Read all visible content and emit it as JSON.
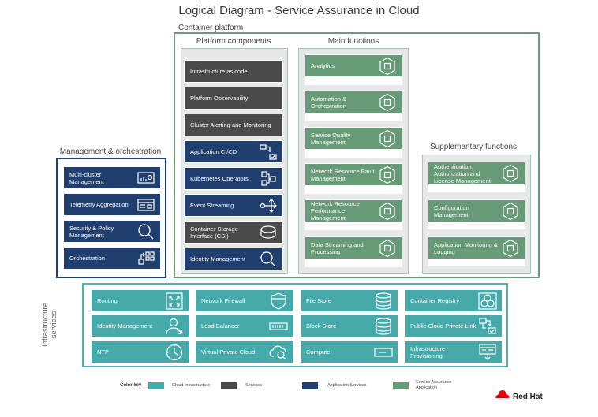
{
  "title": "Logical Diagram - Service Assurance in Cloud",
  "container_platform": {
    "label": "Container platform",
    "platform_components": {
      "title": "Platform components",
      "items": [
        {
          "label": "Infrastructure as code",
          "icon": ""
        },
        {
          "label": "Platform Observability",
          "icon": ""
        },
        {
          "label": "Cluster Alerting and Monitoring",
          "icon": ""
        },
        {
          "label": "Application CI/CD",
          "icon": "ci-cd-icon"
        },
        {
          "label": "Kubernetes Operators",
          "icon": "operators-icon"
        },
        {
          "label": "Event Streaming",
          "icon": "event-stream-icon"
        },
        {
          "label": "Container Storage Interface (CSI)",
          "icon": "storage-disk-icon"
        },
        {
          "label": "Identity Management",
          "icon": "magnifier-icon"
        }
      ]
    },
    "main_functions": {
      "title": "Main functions",
      "items": [
        {
          "label": "Analytics"
        },
        {
          "label": "Automation & Orchestration"
        },
        {
          "label": "Service Quality Management"
        },
        {
          "label": "Network Resource Fault Management"
        },
        {
          "label": "Network Resource Performance Management"
        },
        {
          "label": "Data Streaming and Processing"
        }
      ]
    },
    "supplementary_functions": {
      "title": "Supplementary functions",
      "items": [
        {
          "label": "Authentication, Authorization and License Management"
        },
        {
          "label": "Configuration Management"
        },
        {
          "label": "Application Monitoring & Logging"
        }
      ]
    }
  },
  "management": {
    "title": "Management & orchestration",
    "items": [
      {
        "label": "Multi-cluster Management",
        "icon": "dashboard-icon"
      },
      {
        "label": "Telemetry Aggregation",
        "icon": "window-list-icon"
      },
      {
        "label": "Security & Policy Management",
        "icon": "magnifier-icon"
      },
      {
        "label": "Orchestration",
        "icon": "orchestration-icon"
      }
    ]
  },
  "infrastructure": {
    "label": "Infrastructure services",
    "items": [
      {
        "label": "Routing",
        "icon": "routing-arrows-icon"
      },
      {
        "label": "Network Firewall",
        "icon": "shield-icon"
      },
      {
        "label": "File Store",
        "icon": "database-icon"
      },
      {
        "label": "Container Registry",
        "icon": "registry-icon"
      },
      {
        "label": "Identity Management",
        "icon": "user-icon"
      },
      {
        "label": "Load Balancer",
        "icon": "load-balancer-icon"
      },
      {
        "label": "Block Store",
        "icon": "database-icon"
      },
      {
        "label": "Public Cloud Private Link",
        "icon": "link-icon"
      },
      {
        "label": "NTP",
        "icon": "clock-icon"
      },
      {
        "label": "Virtual Private Cloud",
        "icon": "cloud-search-icon"
      },
      {
        "label": "Compute",
        "icon": "server-icon"
      },
      {
        "label": "Infrastructure Provisioning",
        "icon": "provisioning-icon"
      }
    ]
  },
  "color_key": {
    "title": "Color key",
    "items": [
      {
        "label": "Cloud Infrastructure",
        "color": "#46a9aa"
      },
      {
        "label": "Services",
        "color": "#4a4a4a"
      },
      {
        "label": "Application Services",
        "color": "#213f6e"
      },
      {
        "label": "Service Assurance Application",
        "color": "#679a76"
      }
    ]
  },
  "brand": {
    "name": "Red Hat",
    "color": "#ee0000"
  }
}
